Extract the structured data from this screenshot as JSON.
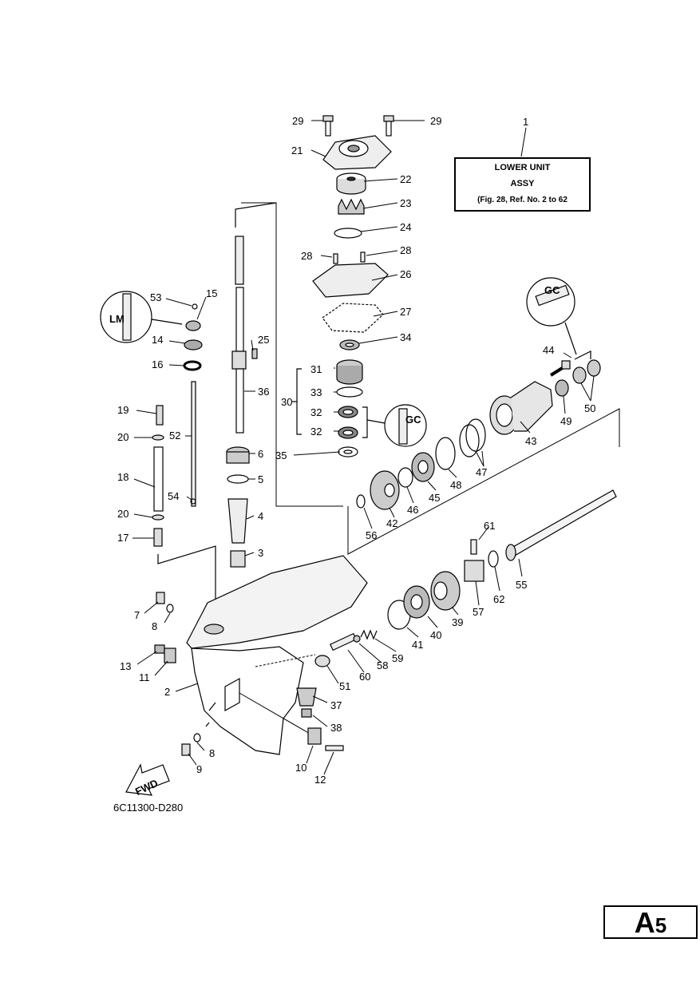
{
  "title_box": {
    "ref": "1",
    "line1": "LOWER UNIT",
    "line2": "ASSY",
    "line3": "(Fig. 28, Ref. No. 2 to 62"
  },
  "drawing_code": "6C11300-D280",
  "page_tag": {
    "letter": "A",
    "number": "5"
  },
  "fwd_label": "FWD",
  "grease_marks": [
    "LM",
    "GC",
    "GC"
  ],
  "callouts": [
    "29",
    "29",
    "21",
    "22",
    "23",
    "24",
    "28",
    "28",
    "26",
    "27",
    "34",
    "31",
    "33",
    "30",
    "32",
    "32",
    "35",
    "25",
    "36",
    "6",
    "5",
    "4",
    "3",
    "53",
    "15",
    "14",
    "16",
    "19",
    "20",
    "52",
    "18",
    "54",
    "20",
    "17",
    "44",
    "49",
    "50",
    "43",
    "47",
    "48",
    "45",
    "46",
    "42",
    "56",
    "61",
    "55",
    "62",
    "57",
    "39",
    "40",
    "41",
    "59",
    "58",
    "60",
    "51",
    "37",
    "38",
    "7",
    "8",
    "13",
    "11",
    "2",
    "8",
    "9",
    "10",
    "12"
  ]
}
